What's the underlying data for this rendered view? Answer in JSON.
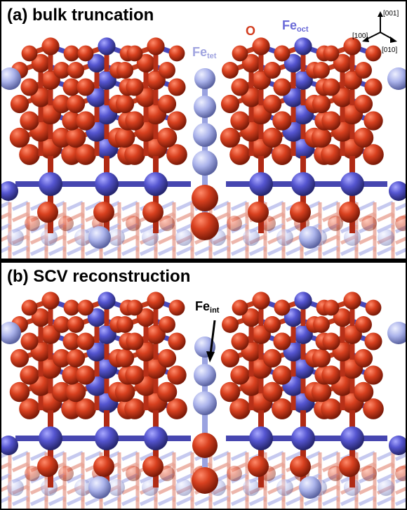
{
  "panel_a": {
    "title": "(a) bulk truncation",
    "labels": {
      "oxygen": "O",
      "fe_oct_main": "Fe",
      "fe_oct_sub": "oct",
      "fe_tet_main": "Fe",
      "fe_tet_sub": "tet"
    },
    "axes": {
      "z": "[001]",
      "x": "[100]",
      "y": "[010]"
    }
  },
  "panel_b": {
    "title": "(b) SCV reconstruction",
    "labels": {
      "fe_int_main": "Fe",
      "fe_int_sub": "int"
    }
  },
  "colors": {
    "oxygen": "#d23c1e",
    "fe_oct": "#5a5ad2",
    "fe_tet": "#a8b0e8",
    "label_fe": "#7a7ad0",
    "label_o": "#d23c1e"
  }
}
